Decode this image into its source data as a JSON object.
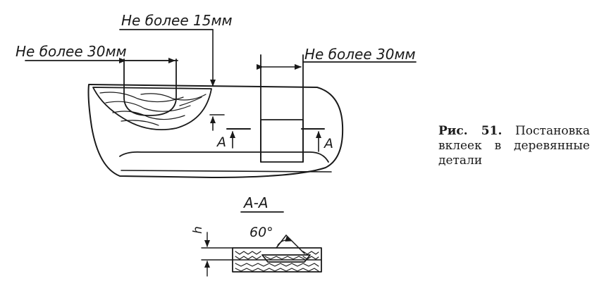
{
  "diagram": {
    "labels": {
      "top_limit": "Не более 15мм",
      "left_width": "Не более 30мм",
      "right_width": "Не более 30мм",
      "section_mark_left": "А",
      "section_mark_right": "А",
      "section_title": "А-А",
      "angle": "60°",
      "thickness_mark": "h"
    }
  },
  "caption": {
    "figure_number": "Рис. 51.",
    "text": "Постановка вклеек в деревянные детали"
  },
  "colors": {
    "ink": "#1a1a1a",
    "paper": "#ffffff"
  }
}
